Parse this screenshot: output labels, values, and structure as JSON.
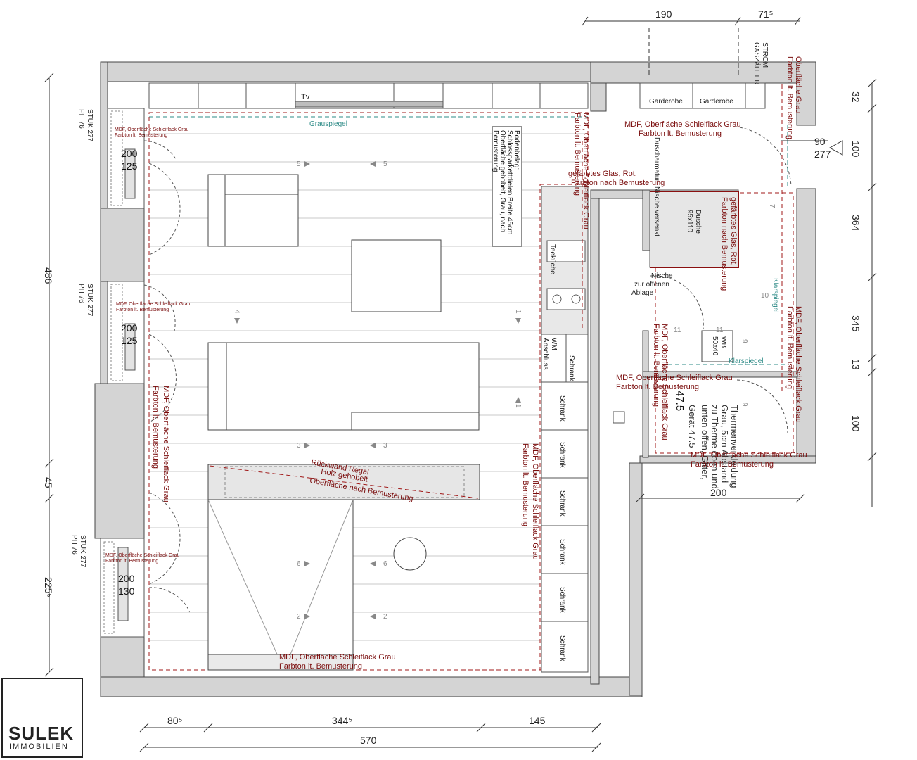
{
  "dimensions": {
    "top_190": "190",
    "top_715": "71⁵",
    "right_32": "32",
    "right_100a": "100",
    "right_364": "364",
    "right_345": "345",
    "right_13": "13",
    "right_100b": "100",
    "left_486": "486",
    "left_45": "45",
    "left_2255": "225⁵",
    "bottom_805": "80⁵",
    "bottom_3445": "344⁵",
    "bottom_145": "145",
    "bottom_570": "570",
    "inner_200": "200",
    "level_90": "90",
    "level_277": "277"
  },
  "windows": [
    {
      "ph": "PH 76",
      "stuk": "STUK 277",
      "w": "200",
      "h": "125",
      "note": "MDF, Oberfläche Schleiflack Grau",
      "note2": "Farbton lt. Bemusterung"
    },
    {
      "ph": "PH 76",
      "stuk": "STUK 277",
      "w": "200",
      "h": "125",
      "note": "MDF, Oberfläche Schleiflack Grau",
      "note2": "Farbton lt. Bemusterung"
    },
    {
      "ph": "PH 76",
      "stuk": "STUK 277",
      "w": "200",
      "h": "130",
      "note": "MDF, Oberfläche Schleiflack Grau",
      "note2": "Farbton lt. Bemusterung"
    }
  ],
  "labels": {
    "tv": "Tv",
    "grauspiegel": "Grauspiegel",
    "boden": [
      "Bodenbelag:",
      "Schlossparkettdielen Breite 45cm",
      "Oberfläche gehobelt, Grau, nach",
      "Bemusterung"
    ],
    "regal": [
      "Rückwand Regal",
      "Holz gehobelt",
      "Oberfläche nach Bemusterung"
    ],
    "mdf_bottom": [
      "MDF, Oberfläche Schleiflack Grau",
      "Farbton lt. Bemusterung"
    ],
    "mdf_top": [
      "MDF, Oberfläche Schleiflack Grau",
      "Farbton lt. Bemusterung"
    ],
    "mdf_left_vertical": [
      "MDF, Oberfläche Schleiflack Grau",
      "Farbton lt. Bemusterung"
    ],
    "mdf_right_vertical": [
      "MDF, Oberfläche Schleiflack Grau",
      "Farbton lt. Bemusterung"
    ],
    "mdf_bath": [
      "MDF, Oberfläche Schleiflack Grau",
      "Farbton lt. Bemusterung"
    ],
    "mdf_bath2": [
      "MDF, Oberfläche Schleiflack Grau",
      "Farbton lt. Bemusterung"
    ],
    "mdf_corridor_vertical": [
      "MDF, Oberfläche Schleiflack Grau",
      "Farbton lt. Bemusterung"
    ],
    "mdf_far_right_vertical": [
      "Oberfläche Grau",
      "Farbton lt. Bemusterung"
    ],
    "glas": [
      "gefärbtes Glas, Rot,",
      "Farbton nach Bemusterung"
    ],
    "glas2": [
      "gefärbtes Glas, Rot,",
      "Farbton nach Bemusterung"
    ],
    "teekueche": "Teeküche",
    "wm": [
      "WM",
      "Anschluss"
    ],
    "schrank": "Schrank",
    "garderobe": "Garderobe",
    "strom": [
      "STROM",
      "GASZÄHLER"
    ],
    "dusche": [
      "Dusche",
      "95x110"
    ],
    "duscharmatur": "Duscharmatur",
    "nische_versenkt": "Nische versenkt",
    "nische_offen": [
      "Nische",
      "zur offenen",
      "Ablage"
    ],
    "wb": [
      "WB",
      "50x40"
    ],
    "klarspiegel": "Klarspiegel",
    "klarspiegel_v": "Klarspiegel",
    "therme": [
      "Thermenverkleidung",
      "Grau, 5cm Abstand",
      "zu Therme oben und",
      "unten offen, Gitter,"
    ],
    "geraet": "Gerät 47.5",
    "num_47_5": "47.5"
  },
  "markers": {
    "m1": "1",
    "m2": "2",
    "m3": "3",
    "m4": "4",
    "m5": "5",
    "m6": "6",
    "m7": "7",
    "m9": "9",
    "m10": "10",
    "m11": "11"
  },
  "logo": {
    "name": "SULEK",
    "sub": "IMMOBILIEN"
  },
  "colors": {
    "wall": "#d4d4d4",
    "annotation": "#7a0c0c",
    "mirror": "#2e8b87",
    "furniture": "#e6e6e6"
  }
}
